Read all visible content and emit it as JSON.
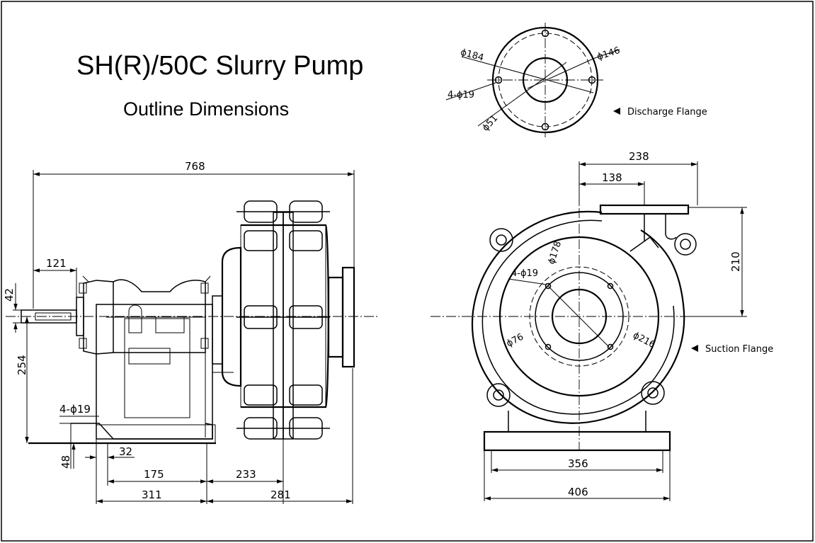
{
  "title": "SH(R)/50C Slurry Pump",
  "subtitle": "Outline Dimensions",
  "side_view": {
    "overall_length": "768",
    "shaft_extension": "121",
    "shaft_diameter": "42",
    "shaft_center_height": "254",
    "foot_thickness": "48",
    "foot_offset": "32",
    "mounting_holes": "4-ϕ19",
    "base_dim_a": "175",
    "base_dim_b": "233",
    "base_length": "311",
    "casing_length": "281"
  },
  "discharge_flange": {
    "label": "Discharge Flange",
    "outer_diameter": "ϕ184",
    "bolt_circle": "ϕ146",
    "bolt_holes": "4-ϕ19",
    "bore": "ϕ51"
  },
  "front_view": {
    "discharge_offset": "238",
    "discharge_center": "138",
    "discharge_height": "210",
    "suction_label": "Suction Flange",
    "suction_bolt_circle": "ϕ178",
    "suction_holes": "4-ϕ19",
    "suction_bore": "ϕ76",
    "suction_outer": "ϕ216",
    "base_bolt_span": "356",
    "base_width": "406"
  }
}
